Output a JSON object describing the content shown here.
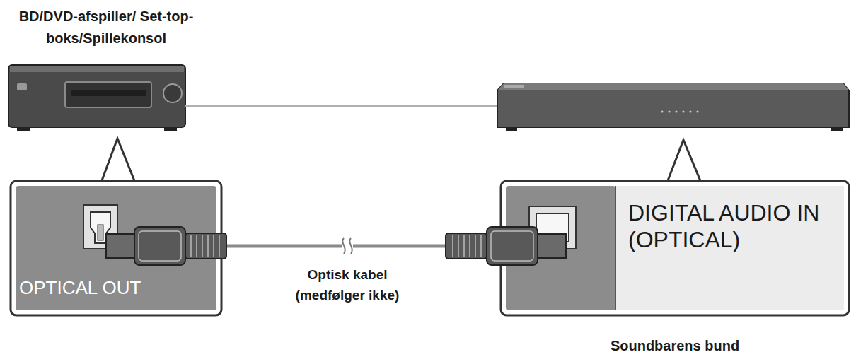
{
  "diagram": {
    "nodes": [
      {
        "text": [
          "OPTICAL OUT"
        ]
      },
      {
        "text": [
          "DIGITAL AUDIO IN (OPTICAL)",
          "Soundbarens bund"
        ]
      }
    ],
    "edges": [
      {
        "from": 0,
        "to": 1,
        "arrow": "none",
        "label": "Optisk kabel (medfølger ikke)"
      }
    ],
    "labels": [
      "BD/DVD-afspiller/ Set-top-boks/Spillekonsol"
    ]
  }
}
